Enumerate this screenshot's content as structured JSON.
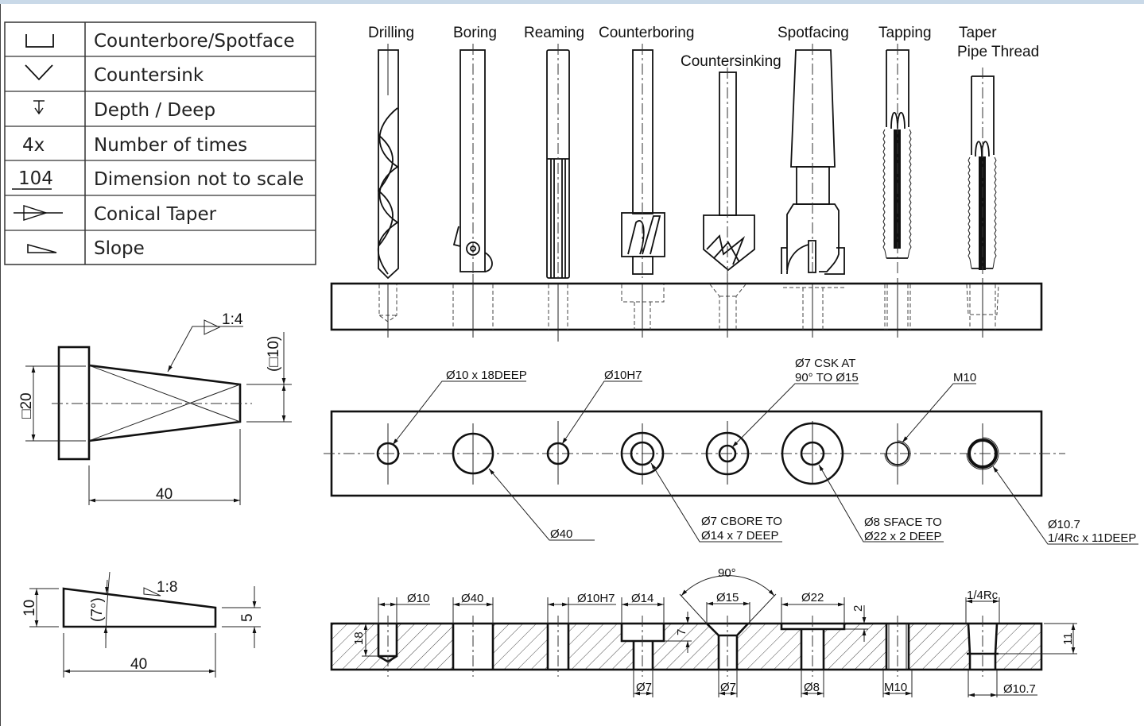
{
  "legend": {
    "rows": [
      {
        "symbol": "counterbore-icon",
        "symbol_text": "",
        "label": "Counterbore/Spotface"
      },
      {
        "symbol": "countersink-icon",
        "symbol_text": "",
        "label": "Countersink"
      },
      {
        "symbol": "depth-icon",
        "symbol_text": "",
        "label": "Depth / Deep"
      },
      {
        "symbol": "times-text",
        "symbol_text": "4x",
        "label": "Number of times"
      },
      {
        "symbol": "not-to-scale-text",
        "symbol_text": "104",
        "label": "Dimension not to scale"
      },
      {
        "symbol": "conical-taper-icon",
        "symbol_text": "",
        "label": "Conical Taper"
      },
      {
        "symbol": "slope-icon",
        "symbol_text": "",
        "label": "Slope"
      }
    ]
  },
  "tools": [
    {
      "name": "Drilling"
    },
    {
      "name": "Boring"
    },
    {
      "name": "Reaming"
    },
    {
      "name": "Counterboring"
    },
    {
      "name": "Countersinking"
    },
    {
      "name": "Spotfacing"
    },
    {
      "name": "Tapping"
    },
    {
      "name": "Taper",
      "name2": "Pipe Thread"
    }
  ],
  "plan_callouts": {
    "drill": "Ø10 x 18DEEP",
    "bore": "Ø40",
    "ream": "Ø10H7",
    "cbore_1": "Ø7 CBORE TO",
    "cbore_2": "Ø14 x 7 DEEP",
    "csk_1": "Ø7 CSK AT",
    "csk_2": "90° TO Ø15",
    "sface_1": "Ø8 SFACE TO",
    "sface_2": "Ø22 x 2 DEEP",
    "tap": "M10",
    "pipe_1": "Ø10.7",
    "pipe_2": "1/4Rc  x 11DEEP"
  },
  "section_dims": {
    "drill_dia": "Ø10",
    "drill_depth": "18",
    "bore_dia": "Ø40",
    "ream_dia": "Ø10H7",
    "cbore_dia": "Ø14",
    "cbore_hole": "Ø7",
    "cbore_depth": "7",
    "csk_angle": "90°",
    "csk_dia": "Ø15",
    "csk_hole": "Ø7",
    "sface_dia": "Ø22",
    "sface_depth": "2",
    "sface_hole": "Ø8",
    "tap_size": "M10",
    "pipe_size": "1/4Rc",
    "pipe_drill": "Ø10.7",
    "pipe_depth": "11"
  },
  "taper_example": {
    "ratio": "1:4",
    "large": "□20",
    "small": "(□10)",
    "length": "40"
  },
  "slope_example": {
    "ratio": "1:8",
    "angle": "(7°)",
    "height_left": "10",
    "height_right": "5",
    "length": "40"
  }
}
